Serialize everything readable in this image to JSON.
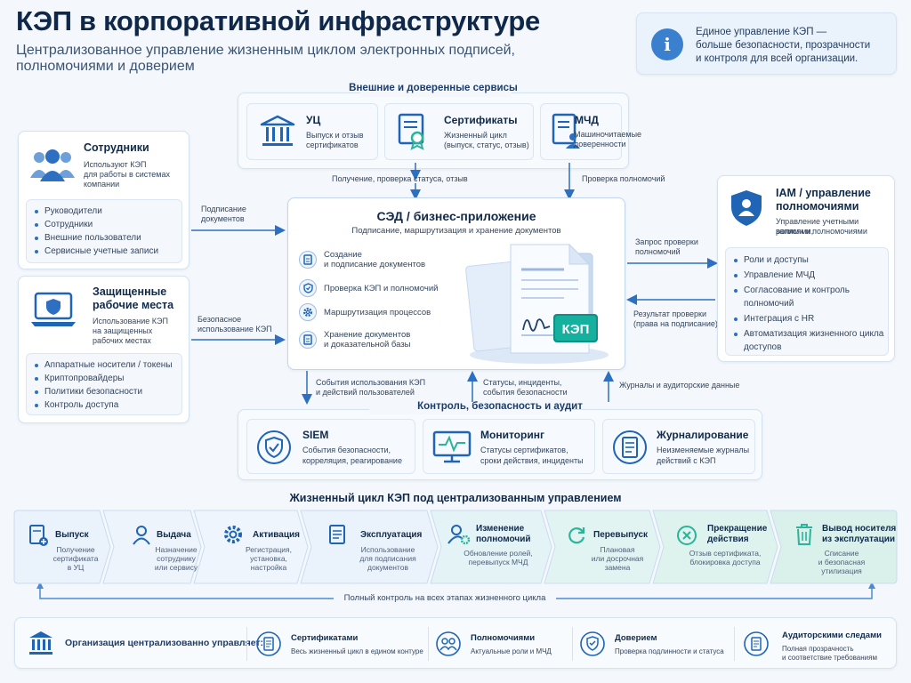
{
  "header": {
    "title": "КЭП в корпоративной инфраструктуре",
    "subtitle_1": "Централизованное управление жизненным циклом электронных подписей,",
    "subtitle_2": "полномочиями и доверием"
  },
  "info": {
    "line1": "Единое управление КЭП —",
    "line2": "больше безопасности, прозрачности",
    "line3": "и контроля для всей организации."
  },
  "external": {
    "title": "Внешние и доверенные сервисы",
    "uc": {
      "title": "УЦ",
      "d1": "Выпуск и отзыв",
      "d2": "сертификатов"
    },
    "certs": {
      "title": "Сертификаты",
      "d1": "Жизненный цикл",
      "d2": "(выпуск, статус, отзыв)"
    },
    "mchd": {
      "title": "МЧД",
      "d1": "Машиночитаемые",
      "d2": "доверенности"
    }
  },
  "employees": {
    "title": "Сотрудники",
    "d1": "Используют КЭП",
    "d2": "для работы в системах",
    "d3": "компании",
    "items": [
      "Руководители",
      "Сотрудники",
      "Внешние пользователи",
      "Сервисные учетные записи"
    ]
  },
  "workplaces": {
    "title1": "Защищенные",
    "title2": "рабочие места",
    "d1": "Использование КЭП",
    "d2": "на защищенных",
    "d3": "рабочих местах",
    "items": [
      "Аппаратные носители / токены",
      "Криптопровайдеры",
      "Политики безопасности",
      "Контроль доступа"
    ]
  },
  "sed": {
    "title": "СЭД / бизнес-приложение",
    "subtitle": "Подписание, маршрутизация и хранение документов",
    "f1a": "Создание",
    "f1b": "и подписание документов",
    "f2": "Проверка КЭП и полномочий",
    "f3": "Маршрутизация процессов",
    "f4a": "Хранение документов",
    "f4b": "и доказательной базы",
    "badge": "КЭП"
  },
  "iam": {
    "title1": "IAM / управление",
    "title2": "полномочиями",
    "d1": "Управление учетными записями,",
    "d2": "ролями и полномочиями",
    "items": [
      "Роли и доступы",
      "Управление МЧД",
      "Согласование и контроль",
      "полномочий",
      "Интеграция с HR",
      "Автоматизация жизненного цикла",
      "доступов"
    ]
  },
  "arrows": {
    "a1": "Получение, проверка статуса, отзыв",
    "a2": "Проверка полномочий",
    "a3a": "Подписание",
    "a3b": "документов",
    "a4a": "Безопасное",
    "a4b": "использование КЭП",
    "a5a": "Запрос проверки",
    "a5b": "полномочий",
    "a6a": "Результат проверки",
    "a6b": "(права на подписание)",
    "a7a": "События использования КЭП",
    "a7b": "и действий пользователей",
    "a8a": "Статусы, инциденты,",
    "a8b": "события безопасности",
    "a9": "Журналы и аудиторские данные"
  },
  "control": {
    "title": "Контроль, безопасность и аудит",
    "siem": {
      "title": "SIEM",
      "d1": "События безопасности,",
      "d2": "корреляция, реагирование"
    },
    "mon": {
      "title": "Мониторинг",
      "d1": "Статусы сертификатов,",
      "d2": "сроки действия, инциденты"
    },
    "log": {
      "title": "Журналирование",
      "d1": "Неизменяемые журналы",
      "d2": "действий с КЭП"
    }
  },
  "lifecycle": {
    "title": "Жизненный цикл КЭП под централизованным управлением",
    "steps": [
      {
        "t1": "Выпуск",
        "t2": "",
        "d1": "Получение",
        "d2": "сертификата",
        "d3": "в УЦ"
      },
      {
        "t1": "Выдача",
        "t2": "",
        "d1": "Назначение",
        "d2": "сотруднику",
        "d3": "или сервису"
      },
      {
        "t1": "Активация",
        "t2": "",
        "d1": "Регистрация,",
        "d2": "установка,",
        "d3": "настройка"
      },
      {
        "t1": "Эксплуатация",
        "t2": "",
        "d1": "Использование",
        "d2": "для подписания",
        "d3": "документов"
      },
      {
        "t1": "Изменение",
        "t2": "полномочий",
        "d1": "Обновление ролей,",
        "d2": "перевыпуск МЧД",
        "d3": ""
      },
      {
        "t1": "Перевыпуск",
        "t2": "",
        "d1": "Плановая",
        "d2": "или досрочная",
        "d3": "замена"
      },
      {
        "t1": "Прекращение",
        "t2": "действия",
        "d1": "Отзыв сертификата,",
        "d2": "блокировка доступа",
        "d3": ""
      },
      {
        "t1": "Вывод носителя",
        "t2": "из эксплуатации",
        "d1": "Списание",
        "d2": "и безопасная",
        "d3": "утилизация"
      }
    ],
    "full_control": "Полный контроль на всех этапах жизненного цикла"
  },
  "footer": {
    "lead": "Организация централизованно управляет:",
    "i1": {
      "t": "Сертификатами",
      "d": "Весь жизненный цикл в едином контуре"
    },
    "i2": {
      "t": "Полномочиями",
      "d": "Актуальные роли и МЧД"
    },
    "i3": {
      "t": "Доверием",
      "d": "Проверка подлинности и статуса"
    },
    "i4": {
      "t": "Аудиторскими следами",
      "d1": "Полная прозрачность",
      "d2": "и соответствие требованиям"
    }
  },
  "colors": {
    "primary": "#1f64b5",
    "dark": "#102a4c",
    "accent_green": "#2bb49a"
  }
}
